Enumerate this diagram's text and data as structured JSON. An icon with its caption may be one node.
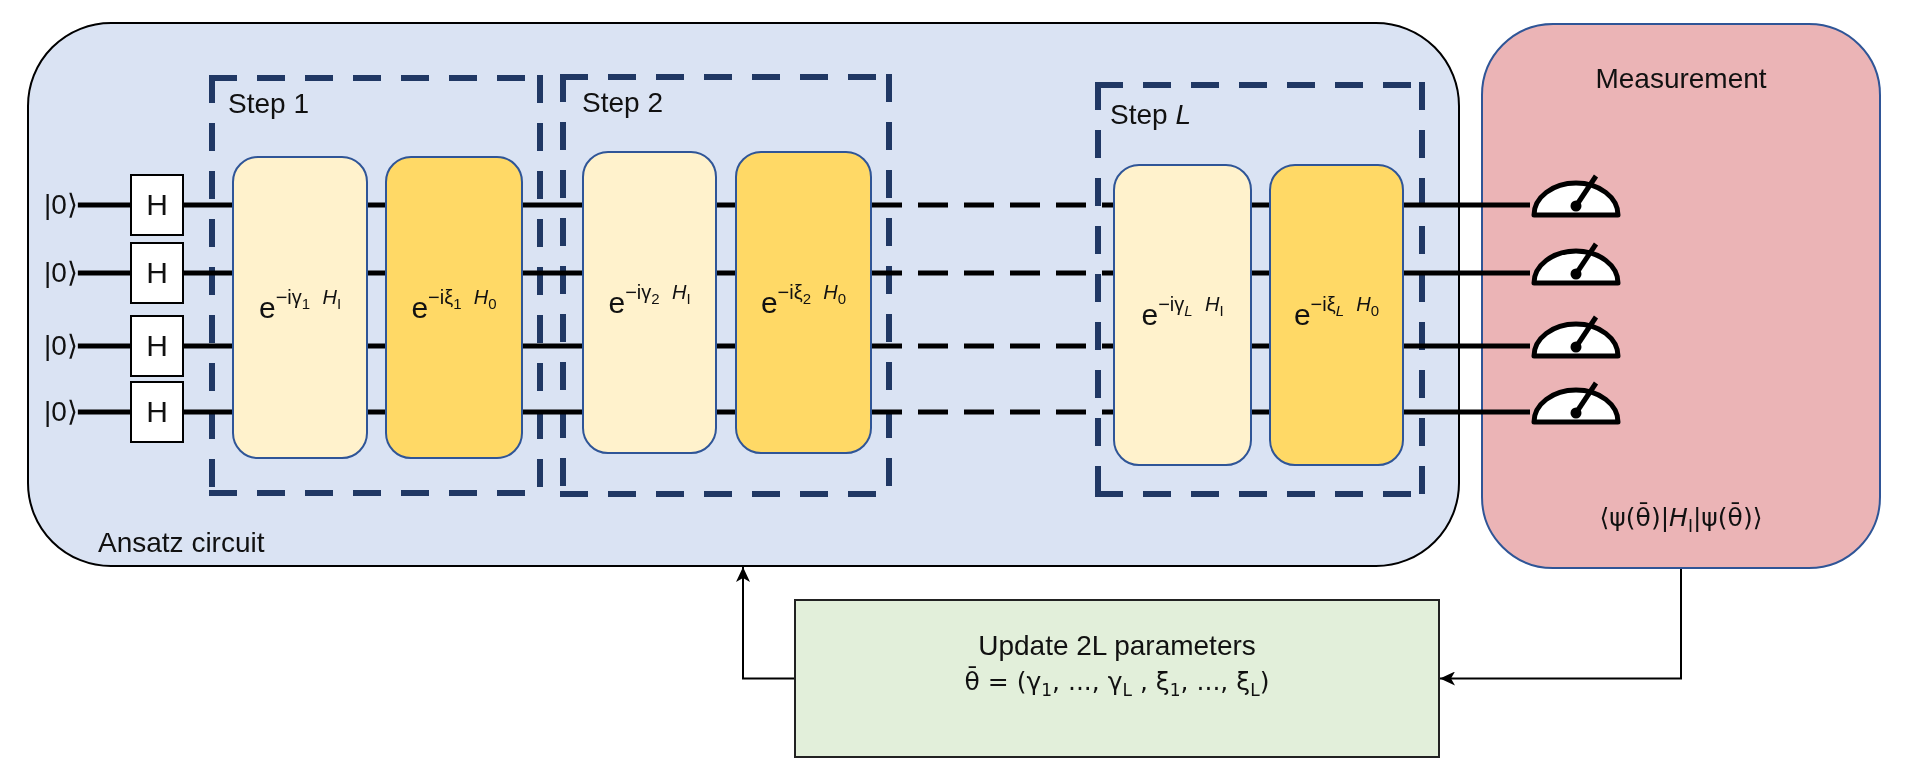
{
  "diagram": {
    "nodes": [
      {
        "text": [
          "Ansatz circuit"
        ]
      },
      {
        "text": [
          "|0⟩"
        ],
        "in": 0
      },
      {
        "text": [
          "|0⟩"
        ],
        "in": 0
      },
      {
        "text": [
          "|0⟩"
        ],
        "in": 0
      },
      {
        "text": [
          "|0⟩"
        ],
        "in": 0
      },
      {
        "text": [
          "H"
        ],
        "in": 0
      },
      {
        "text": [
          "H"
        ],
        "in": 0
      },
      {
        "text": [
          "H"
        ],
        "in": 0
      },
      {
        "text": [
          "H"
        ],
        "in": 0
      },
      {
        "text": [
          "Step 1"
        ],
        "in": 0
      },
      {
        "text": [
          "e$^{−iγ}$$_{1}$ *$^{H}$*$_{I}$"
        ],
        "in": 9
      },
      {
        "text": [
          "e$^{−iξ}$$_{1}$ *$^{H}$*$_{0}$"
        ],
        "in": 9
      },
      {
        "text": [
          "Step 2"
        ],
        "in": 0
      },
      {
        "text": [
          "e$^{−iγ}$$_{2}$ *$^{H}$*$_{I}$"
        ],
        "in": 12
      },
      {
        "text": [
          "e$^{−iξ}$$_{2}$ *$^{H}$*$_{0}$"
        ],
        "in": 12
      },
      {
        "text": [
          "Step *L*"
        ],
        "in": 0
      },
      {
        "text": [
          "e$^{−iγ}$*$_{L}$* *$^{H}$*$_{I}$"
        ],
        "in": 15
      },
      {
        "text": [
          "e$^{−iξ}$*$_{L}$* *$^{H}$*$_{0}$"
        ],
        "in": 15
      },
      {
        "text": [
          "Measurement",
          "⟨ψ(θ̄)|*H*$_{I}$|ψ(θ̄)⟩"
        ]
      },
      {
        "text": [],
        "shape": "meter",
        "in": 18
      },
      {
        "text": [],
        "shape": "meter",
        "in": 18
      },
      {
        "text": [],
        "shape": "meter",
        "in": 18
      },
      {
        "text": [],
        "shape": "meter",
        "in": 18
      },
      {
        "text": [
          "Update 2L parameters",
          "θ̄ = (γ$_{1}$, ..., γ$_{L}$ , ξ$_{1}$, ..., ξ$_{L}$)"
        ]
      }
    ],
    "edges": [
      {
        "from": 1,
        "to": 5,
        "arrow": "none"
      },
      {
        "from": 2,
        "to": 6,
        "arrow": "none"
      },
      {
        "from": 3,
        "to": 7,
        "arrow": "none"
      },
      {
        "from": 4,
        "to": 8,
        "arrow": "none"
      },
      {
        "from": 5,
        "to": 10,
        "arrow": "none"
      },
      {
        "from": 6,
        "to": 10,
        "arrow": "none"
      },
      {
        "from": 7,
        "to": 10,
        "arrow": "none"
      },
      {
        "from": 8,
        "to": 10,
        "arrow": "none"
      },
      {
        "from": 10,
        "to": 11,
        "arrow": "none"
      },
      {
        "from": 10,
        "to": 11,
        "arrow": "none"
      },
      {
        "from": 10,
        "to": 11,
        "arrow": "none"
      },
      {
        "from": 10,
        "to": 11,
        "arrow": "none"
      },
      {
        "from": 11,
        "to": 13,
        "arrow": "none"
      },
      {
        "from": 11,
        "to": 13,
        "arrow": "none"
      },
      {
        "from": 11,
        "to": 13,
        "arrow": "none"
      },
      {
        "from": 11,
        "to": 13,
        "arrow": "none"
      },
      {
        "from": 13,
        "to": 14,
        "arrow": "none"
      },
      {
        "from": 13,
        "to": 14,
        "arrow": "none"
      },
      {
        "from": 13,
        "to": 14,
        "arrow": "none"
      },
      {
        "from": 13,
        "to": 14,
        "arrow": "none"
      },
      {
        "from": 14,
        "to": 16,
        "arrow": "none",
        "style": "dashed"
      },
      {
        "from": 14,
        "to": 16,
        "arrow": "none",
        "style": "dashed"
      },
      {
        "from": 14,
        "to": 16,
        "arrow": "none",
        "style": "dashed"
      },
      {
        "from": 14,
        "to": 16,
        "arrow": "none",
        "style": "dashed"
      },
      {
        "from": 16,
        "to": 17,
        "arrow": "none"
      },
      {
        "from": 16,
        "to": 17,
        "arrow": "none"
      },
      {
        "from": 16,
        "to": 17,
        "arrow": "none"
      },
      {
        "from": 16,
        "to": 17,
        "arrow": "none"
      },
      {
        "from": 17,
        "to": 19,
        "arrow": "none"
      },
      {
        "from": 17,
        "to": 20,
        "arrow": "none"
      },
      {
        "from": 17,
        "to": 21,
        "arrow": "none"
      },
      {
        "from": 17,
        "to": 22,
        "arrow": "none"
      },
      {
        "from": 18,
        "to": 23,
        "arrow": "to"
      },
      {
        "from": 23,
        "to": 0,
        "arrow": "to"
      }
    ]
  }
}
